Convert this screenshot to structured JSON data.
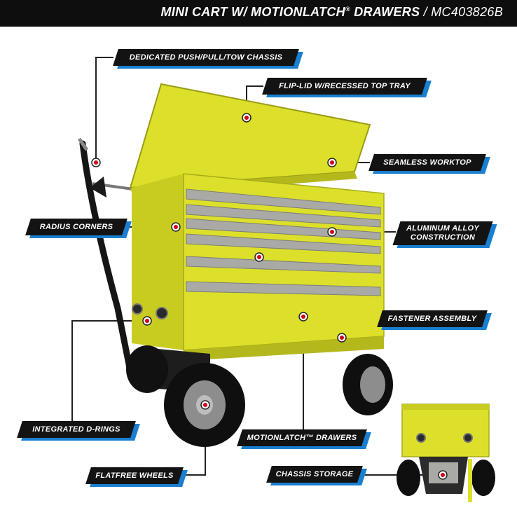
{
  "header": {
    "title": "MINI CART W/ MOTIONLATCH",
    "reg_mark": "®",
    "title_tail": " DRAWERS",
    "separator": " / ",
    "model": "MC403826B"
  },
  "callouts": {
    "chassis": "DEDICATED PUSH/PULL/TOW CHASSIS",
    "flip_lid": "FLIP-LID W/RECESSED TOP TRAY",
    "worktop": "SEAMLESS WORKTOP",
    "radius": "RADIUS CORNERS",
    "aluminum_1": "ALUMINUM ALLOY",
    "aluminum_2": "CONSTRUCTION",
    "fastener": "FASTENER ASSEMBLY",
    "d_rings": "INTEGRATED D-RINGS",
    "motionlatch": "MOTIONLATCH™ DRAWERS",
    "wheels": "FLATFREE WHEELS",
    "storage": "CHASSIS STORAGE"
  },
  "colors": {
    "cart_yellow": "#dde02a",
    "cart_shade": "#b5b81c",
    "drawer_silver": "#a9aaa6",
    "label_black": "#131313",
    "label_blue": "#1a7fd1",
    "marker_red": "#d0021b"
  }
}
